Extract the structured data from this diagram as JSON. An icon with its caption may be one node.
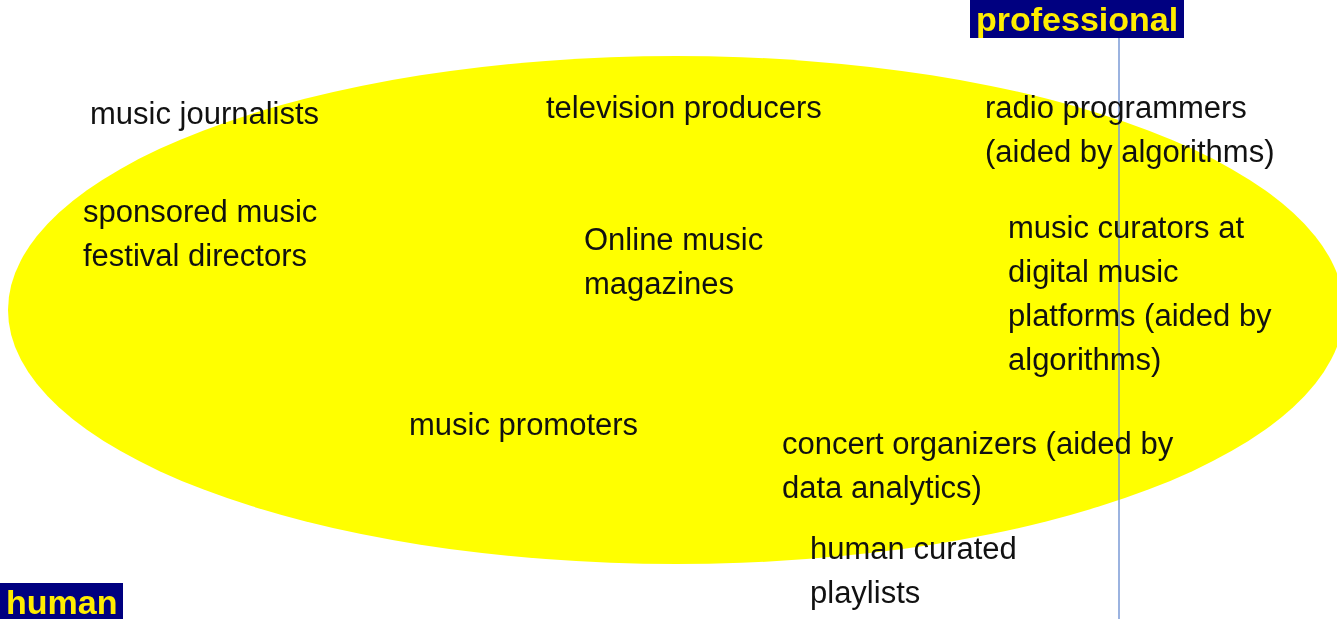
{
  "diagram": {
    "labels": [
      "professional",
      "music journalists",
      "television producers",
      "radio programmers (aided by algorithms)",
      "sponsored music festival directors",
      "Online music magazines",
      "music curators at digital music platforms (aided by algorithms)",
      "music promoters",
      "concert organizers (aided by data analytics)",
      "human curated playlists",
      "human"
    ]
  }
}
